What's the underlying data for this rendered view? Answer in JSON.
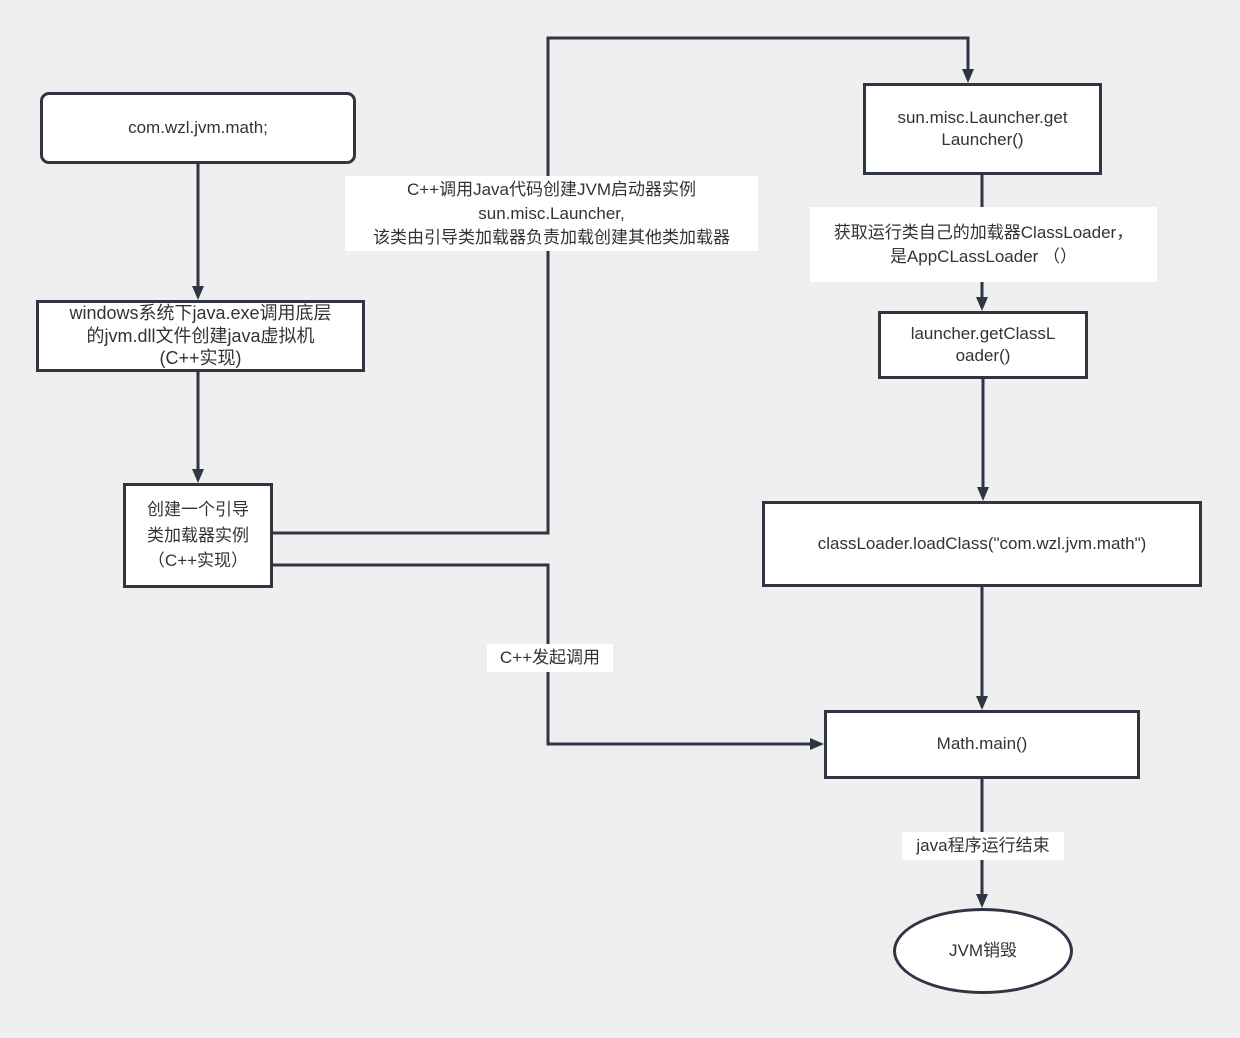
{
  "diagram": {
    "type": "flowchart",
    "topic": "JVM startup and class loading flow",
    "colors": {
      "background": "#efefef",
      "node_fill": "#ffffff",
      "node_border": "#2f3542",
      "line": "#2f3542",
      "text": "#333333"
    },
    "nodes": {
      "com_math": {
        "shape": "rounded-rectangle",
        "label": "com.wzl.jvm.math;"
      },
      "windows_jvm": {
        "shape": "rectangle",
        "label": [
          "windows系统下java.exe调用底层",
          "的jvm.dll文件创建java虚拟机",
          "(C++实现)"
        ]
      },
      "bootstrap": {
        "shape": "rectangle",
        "label": [
          "创建一个引导",
          "类加载器实例",
          "（C++实现）"
        ]
      },
      "get_launcher": {
        "shape": "rectangle",
        "label": [
          "sun.misc.Launcher.get",
          "Launcher()"
        ]
      },
      "get_classloader": {
        "shape": "rectangle",
        "label": [
          "launcher.getClassL",
          "oader()"
        ]
      },
      "load_class": {
        "shape": "rectangle",
        "label": "classLoader.loadClass(\"com.wzl.jvm.math\")"
      },
      "math_main": {
        "shape": "rectangle",
        "label": "Math.main()"
      },
      "jvm_destroy": {
        "shape": "ellipse",
        "label": "JVM销毁"
      }
    },
    "edge_labels": {
      "create_launcher": [
        "C++调用Java代码创建JVM启动器实例",
        "sun.misc.Launcher,",
        "该类由引导类加载器负责加载创建其他类加载器"
      ],
      "app_classloader": [
        "获取运行类自己的加载器ClassLoader，",
        "是AppCLassLoader （）"
      ],
      "cpp_invoke": "C++发起调用",
      "java_finish": "java程序运行结束"
    },
    "edges": [
      {
        "from": "com_math",
        "to": "windows_jvm"
      },
      {
        "from": "windows_jvm",
        "to": "bootstrap"
      },
      {
        "from": "bootstrap",
        "to": "get_launcher",
        "label": "create_launcher"
      },
      {
        "from": "get_launcher",
        "to": "get_classloader",
        "label": "app_classloader"
      },
      {
        "from": "get_classloader",
        "to": "load_class"
      },
      {
        "from": "load_class",
        "to": "math_main"
      },
      {
        "from": "bootstrap",
        "to": "math_main",
        "label": "cpp_invoke"
      },
      {
        "from": "math_main",
        "to": "jvm_destroy",
        "label": "java_finish"
      }
    ]
  }
}
